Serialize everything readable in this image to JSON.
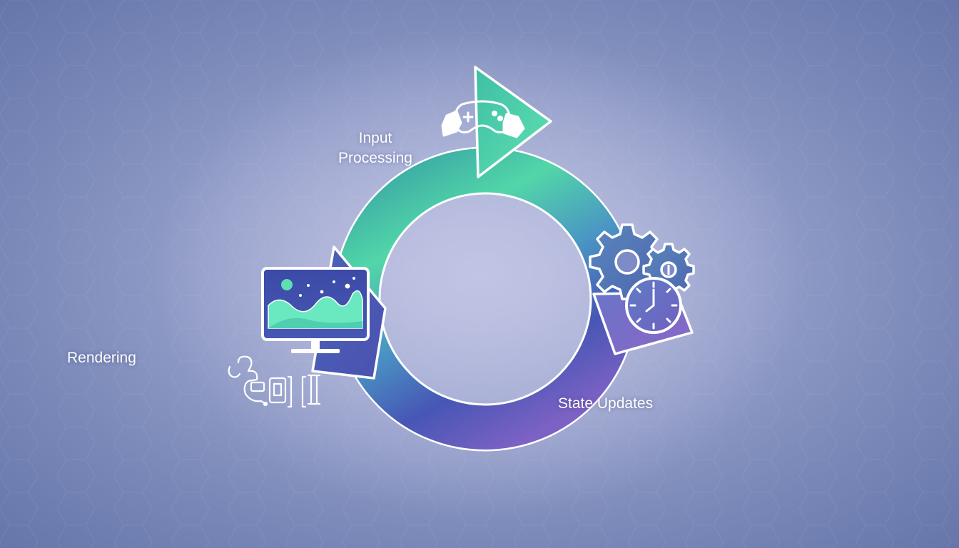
{
  "diagram": {
    "stages": [
      {
        "id": "input",
        "line1": "Input",
        "line2": "Processing"
      },
      {
        "id": "state",
        "label": "State Updates"
      },
      {
        "id": "rendering",
        "label": "Rendering"
      }
    ],
    "icons": {
      "input": "gamepad-hands-icon",
      "state": "gears-clock-icon",
      "rendering": "monitor-landscape-icon"
    },
    "colors": {
      "ring_green": "#4fd6a8",
      "ring_teal": "#4a9ec2",
      "ring_blue": "#4a5bb8",
      "ring_purple": "#7a62c2",
      "outline": "#ffffff"
    }
  }
}
